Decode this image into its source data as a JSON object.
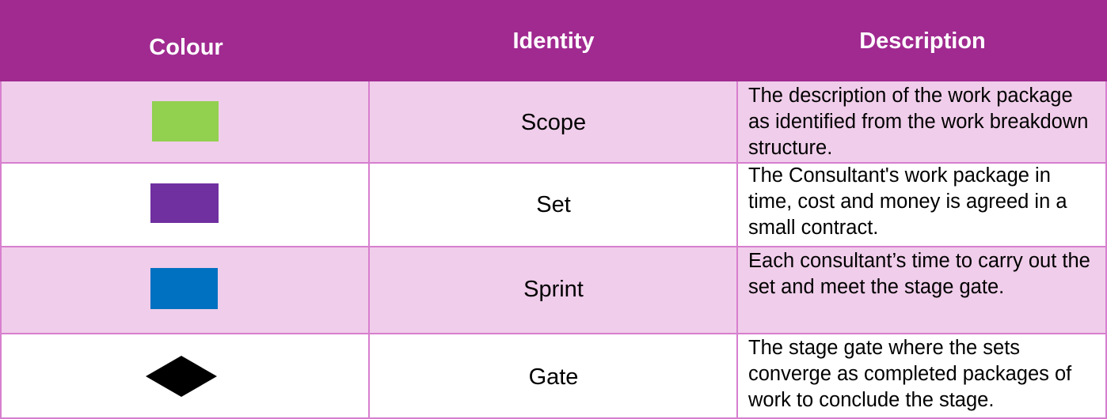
{
  "header": {
    "colour": "Colour",
    "identity": "Identity",
    "description": "Description"
  },
  "rows": [
    {
      "swatch": "green-rectangle",
      "color": "#92d050",
      "identity": "Scope",
      "description": "The description of the work package as identified from the work breakdown structure."
    },
    {
      "swatch": "purple-rectangle",
      "color": "#7030a0",
      "identity": "Set",
      "description": "The Consultant's work package in time, cost and money is agreed in a small contract."
    },
    {
      "swatch": "blue-rectangle",
      "color": "#0070c0",
      "identity": "Sprint",
      "description": "Each consultant’s time to carry out the set and meet the stage gate."
    },
    {
      "swatch": "black-diamond",
      "color": "#000000",
      "identity": "Gate",
      "description": "The stage gate where the sets converge as completed packages of work to conclude the stage."
    }
  ],
  "colors": {
    "header_bg": "#a02a90",
    "shaded_row_bg": "#f0cdea",
    "grid_line": "#d77fcf"
  }
}
